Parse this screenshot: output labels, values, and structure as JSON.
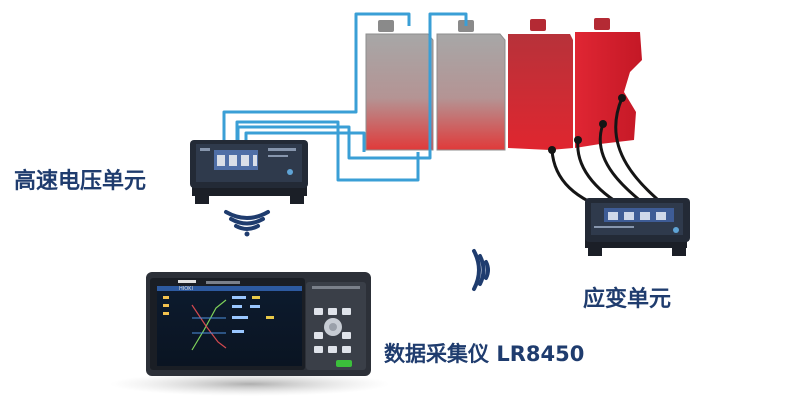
{
  "labels": {
    "voltage_unit": "高速电压单元",
    "strain_unit": "应变单元",
    "data_logger": "数据采集仪",
    "data_logger_model": "LR8450"
  },
  "device_text": {
    "logger_brand": "HIOKI"
  },
  "colors": {
    "label_text": "#1f3c6e",
    "cable_blue": "#3a9fd6",
    "battery_red": "#d3202f",
    "battery_grey": "#9a9a9a",
    "wireless_icon": "#1f3c6e",
    "module_body": "#2a2f3a"
  },
  "icons": [
    "wifi-signal-icon",
    "wifi-signal-icon"
  ]
}
